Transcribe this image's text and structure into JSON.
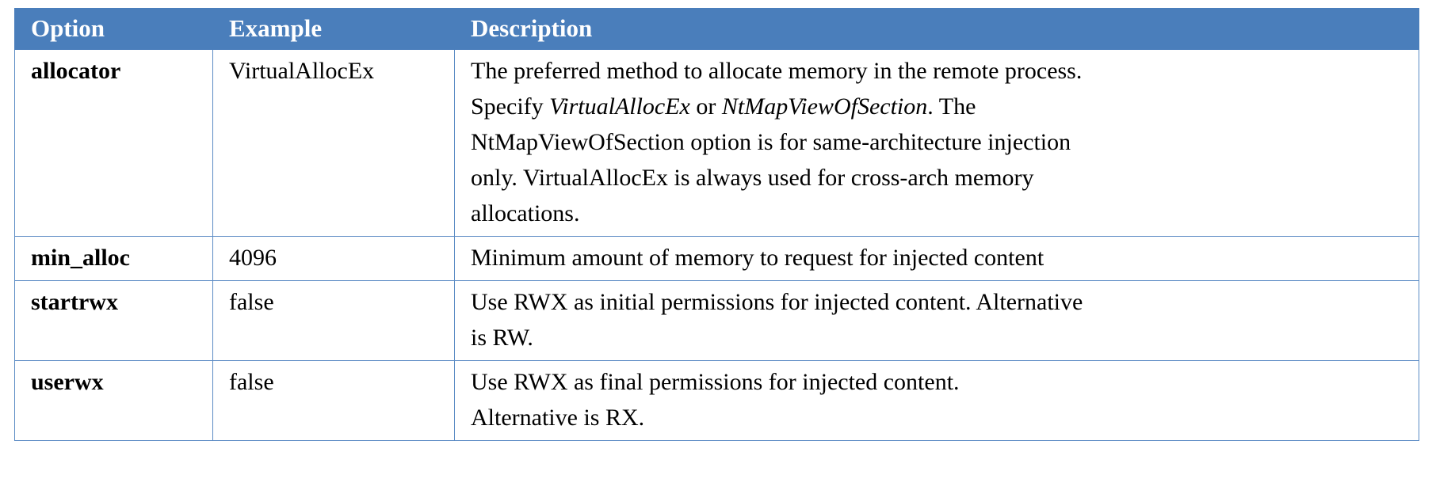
{
  "table": {
    "name": "beacon-process-injection-options",
    "accent_color": "#4a7ebb",
    "border_color": "#5b8bc4",
    "header_text_color": "#ffffff",
    "body_text_color": "#000000",
    "columns": [
      {
        "key": "option",
        "label": "Option"
      },
      {
        "key": "example",
        "label": "Example"
      },
      {
        "key": "description",
        "label": "Description"
      }
    ],
    "rows": [
      {
        "option": "allocator",
        "example": "VirtualAllocEx",
        "description_lines": [
          [
            {
              "text": "The preferred method to allocate memory in the remote process.",
              "style": "normal"
            }
          ],
          [
            {
              "text": "Specify ",
              "style": "normal"
            },
            {
              "text": "VirtualAllocEx",
              "style": "italic"
            },
            {
              "text": " or ",
              "style": "normal"
            },
            {
              "text": "NtMapViewOfSection",
              "style": "italic"
            },
            {
              "text": ". The",
              "style": "normal"
            }
          ],
          [
            {
              "text": "NtMapViewOfSection option is for same-architecture injection",
              "style": "normal"
            }
          ],
          [
            {
              "text": "only. VirtualAllocEx is always used for cross-arch memory",
              "style": "normal"
            }
          ],
          [
            {
              "text": "allocations.",
              "style": "normal"
            }
          ]
        ],
        "description_plain": "The preferred method to allocate memory in the remote process. Specify VirtualAllocEx or NtMapViewOfSection. The NtMapViewOfSection option is for same-architecture injection only. VirtualAllocEx is always used for cross-arch memory allocations."
      },
      {
        "option": "min_alloc",
        "example": "4096",
        "description_lines": [
          [
            {
              "text": "Minimum amount of memory to request for injected content",
              "style": "normal"
            }
          ]
        ],
        "description_plain": "Minimum amount of memory to request for injected content"
      },
      {
        "option": "startrwx",
        "example": "false",
        "description_lines": [
          [
            {
              "text": "Use RWX as initial permissions for injected content. Alternative",
              "style": "normal"
            }
          ],
          [
            {
              "text": "is RW.",
              "style": "normal"
            }
          ]
        ],
        "description_plain": "Use RWX as initial permissions for injected content. Alternative is RW."
      },
      {
        "option": "userwx",
        "example": "false",
        "description_lines": [
          [
            {
              "text": "Use RWX as final permissions for injected content.",
              "style": "normal"
            }
          ],
          [
            {
              "text": "Alternative is RX.",
              "style": "normal"
            }
          ]
        ],
        "description_plain": "Use RWX as final permissions for injected content. Alternative is RX."
      }
    ]
  }
}
